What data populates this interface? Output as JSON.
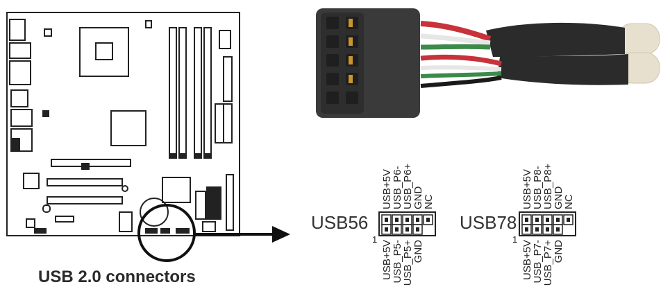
{
  "caption": "USB 2.0 connectors",
  "headers": [
    {
      "name": "USB56",
      "pin_one": "1",
      "top_labels": [
        "USB+5V",
        "USB_P6-",
        "USB_P6+",
        "GND",
        "NC"
      ],
      "bottom_labels": [
        "USB+5V",
        "USB_P5-",
        "USB_P5+",
        "GND"
      ]
    },
    {
      "name": "USB78",
      "pin_one": "1",
      "top_labels": [
        "USB+5V",
        "USB_P8-",
        "USB_P8+",
        "GND",
        "NC"
      ],
      "bottom_labels": [
        "USB+5V",
        "USB_P7-",
        "USB_P7+",
        "GND"
      ]
    }
  ],
  "colors": {
    "outline": "#222222",
    "wire_red": "#c8323a",
    "wire_green": "#3c8a4a",
    "wire_white": "#e6e6e6",
    "wire_black": "#1a1a1a",
    "connector_body": "#3a3a3a",
    "cable_sleeve": "#2b2b2b",
    "cable_white": "#e8e0cf",
    "pin_gold": "#c9962e"
  },
  "icons": [
    "motherboard-layout",
    "usb-cable-connector",
    "pointer-arrow"
  ]
}
